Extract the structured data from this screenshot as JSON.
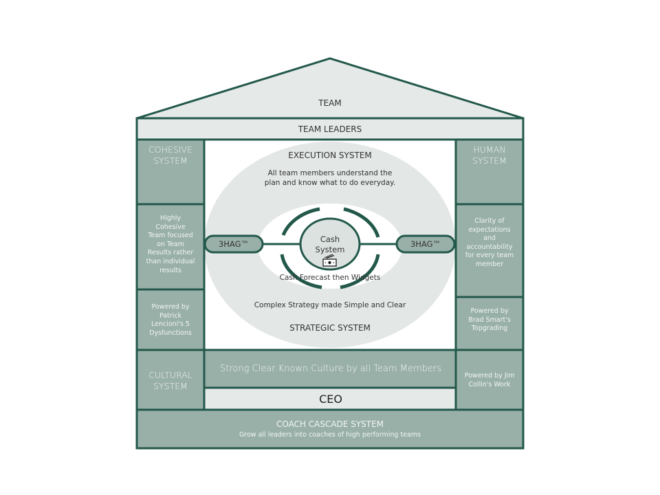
{
  "diagram": {
    "title": "TEAM",
    "colors": {
      "border": "#22584a",
      "panel_fill": "#99b0a8",
      "light_fill": "#e5e9e8",
      "ellipse_fill": "#e3e7e6",
      "dark_text": "#333333",
      "light_text": "#f2f5f4"
    },
    "roof": {
      "label": "TEAM"
    },
    "team_leaders": {
      "label": "TEAM LEADERS"
    },
    "left_column": {
      "title": "COHESIVE SYSTEM",
      "title_lines": [
        "COHESIVE",
        "SYSTEM"
      ],
      "description": "Highly Cohesive Team focused on Team Results rather than individual results",
      "description_lines": [
        "Highly",
        "Cohesive",
        "Team focused",
        "on Team",
        "Results rather",
        "than individual",
        "results"
      ],
      "powered_by": "Powered by Patrick Lencioni's 5 Dysfunctions",
      "powered_by_lines": [
        "Powered by",
        "Patrick",
        "Lencioni's 5",
        "Dysfunctions"
      ]
    },
    "right_column": {
      "title": "HUMAN SYSTEM",
      "title_lines": [
        "HUMAN",
        "SYSTEM"
      ],
      "description": "Clarity of expectations and accountability for every team member",
      "description_lines": [
        "Clarity of",
        "expectations",
        "and",
        "accountability",
        "for every team",
        "member"
      ],
      "powered_by": "Powered by Brad Smart's Topgrading",
      "powered_by_lines": [
        "Powered by",
        "Brad Smart's",
        "Topgrading"
      ]
    },
    "center": {
      "execution_title": "EXECUTION SYSTEM",
      "execution_desc_lines": [
        "All team members understand the",
        "plan and know what to do everyday."
      ],
      "strategic_desc": "Complex Strategy made Simple and Clear",
      "strategic_title": "STRATEGIC SYSTEM",
      "cash_system_lines": [
        "Cash",
        "System"
      ],
      "cash_icon": "money-icon",
      "cash_forecast": "Cash Forecast then Widgets",
      "left_pill": "3HAG™",
      "right_pill": "3HAG™"
    },
    "cultural": {
      "title_lines": [
        "CULTURAL",
        "SYSTEM"
      ],
      "culture_statement": "Strong Clear Known Culture by all Team Members",
      "ceo_label": "CEO",
      "powered_by_lines": [
        "Powered by Jim",
        "Collin's Work"
      ]
    },
    "foundation": {
      "title": "COACH CASCADE SYSTEM",
      "subtitle": "Grow all leaders into coaches of high performing teams"
    }
  }
}
